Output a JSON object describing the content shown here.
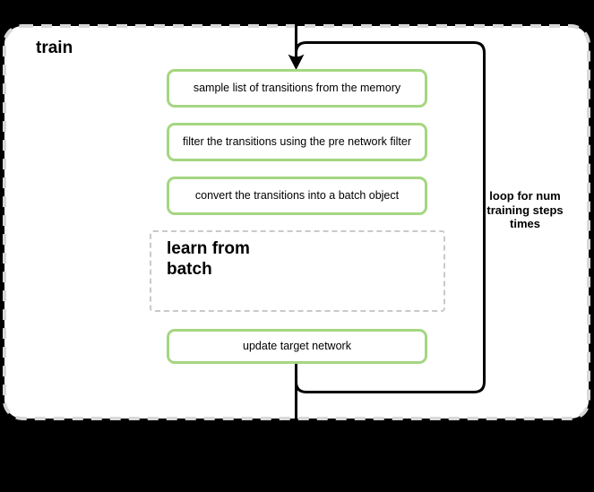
{
  "diagram": {
    "title": "train",
    "loop_label": "loop for num\ntraining steps\ntimes",
    "nodes": [
      {
        "id": "sample",
        "type": "process",
        "label": "sample list of transitions from the memory"
      },
      {
        "id": "filter",
        "type": "process",
        "label": "filter the transitions using the pre network filter"
      },
      {
        "id": "convert",
        "type": "process",
        "label": "convert the transitions into a batch object"
      },
      {
        "id": "learn",
        "type": "dashed-group",
        "label": "learn from\nbatch"
      },
      {
        "id": "update",
        "type": "process",
        "label": "update target network"
      }
    ],
    "flow": {
      "entry": "arrow from top into loop, pointing at first node",
      "exit": "line from update target network node out of the bottom of the train container"
    }
  },
  "colors": {
    "background": "#000000",
    "container_fill": "#ffffff",
    "container_dash_border": "#d8d8d8",
    "loop_border": "#000000",
    "process_border_green": "#a5d681",
    "process_fill": "#ffffff",
    "dashed_group_border": "#c9c9c9",
    "text": "#000000"
  }
}
